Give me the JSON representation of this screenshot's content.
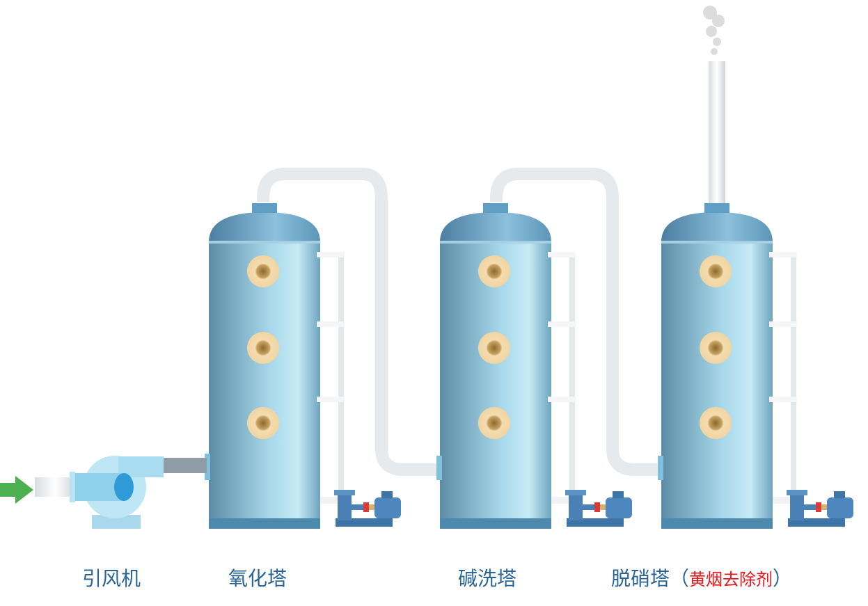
{
  "labels": {
    "fan": "引风机",
    "oxidation_tower": "氧化塔",
    "alkali_tower": "碱洗塔",
    "denitration_tower": "脱硝塔",
    "paren_open": "（",
    "additive": "黄烟去除剂",
    "paren_close": "）"
  },
  "colors": {
    "tower": "#7fb3cc",
    "pipe": "#eef1f3",
    "pump": "#3f74a8",
    "arrow": "#4caf50",
    "text": "#2a6496",
    "highlight": "#e8141b"
  }
}
